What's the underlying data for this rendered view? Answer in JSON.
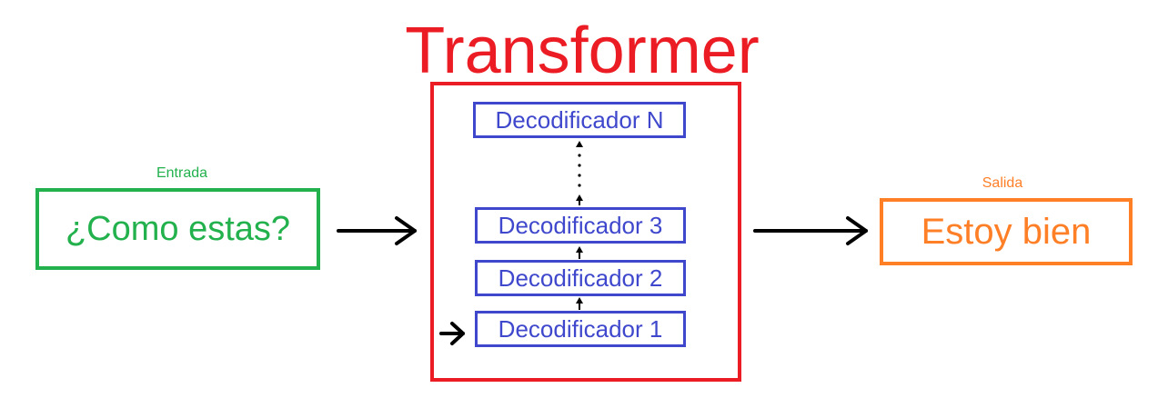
{
  "title": "Transformer",
  "input": {
    "label": "Entrada",
    "text": "¿Como estas?"
  },
  "output": {
    "label": "Salida",
    "text": "Estoy bien"
  },
  "decoders": {
    "n": "Decodificador N",
    "d3": "Decodificador 3",
    "d2": "Decodificador 2",
    "d1": "Decodificador 1"
  },
  "colors": {
    "title": "#ec1c24",
    "transformer_border": "#ec1c24",
    "input": "#22b14c",
    "output": "#ff7f27",
    "decoder": "#3f48cc",
    "arrow": "#000000"
  }
}
